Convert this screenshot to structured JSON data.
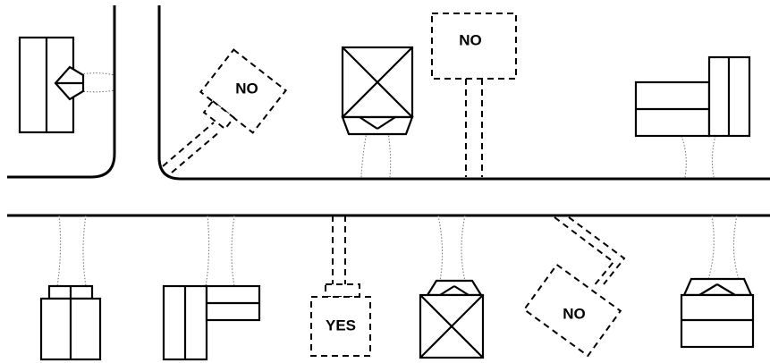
{
  "labels": {
    "no_1": "NO",
    "no_2": "NO",
    "no_3": "NO",
    "yes": "YES"
  },
  "colors": {
    "ink": "#000000",
    "background": "#ffffff",
    "driveway": "#7a7a7a"
  }
}
